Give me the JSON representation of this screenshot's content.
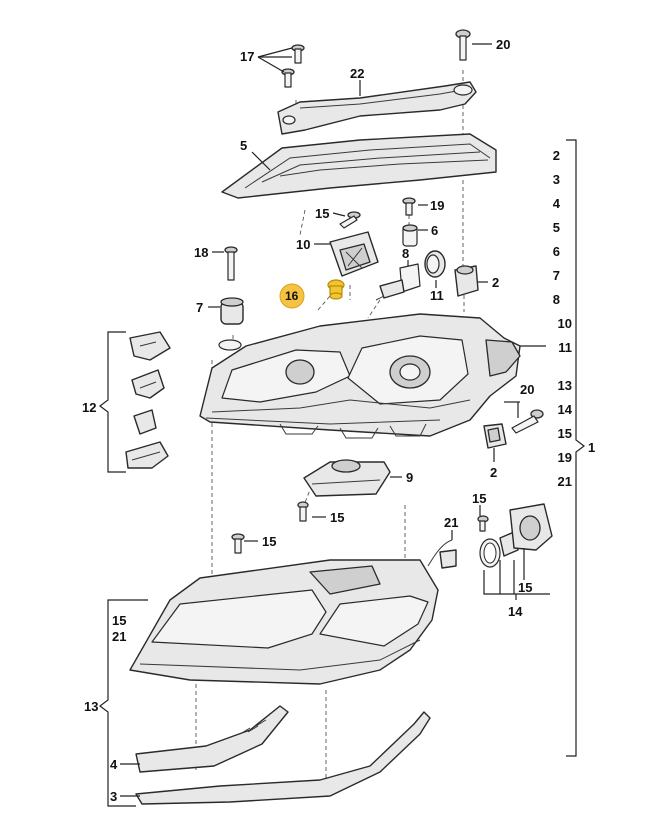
{
  "labels": {
    "p17": "17",
    "p20_top": "20",
    "p22": "22",
    "p5": "5",
    "p15_a": "15",
    "p19_a": "19",
    "p10": "10",
    "p6": "6",
    "p18": "18",
    "p8": "8",
    "p16": "16",
    "p11": "11",
    "p2_a": "2",
    "p7": "7",
    "p12": "12",
    "p20_mid": "20",
    "p2_b": "2",
    "p9": "9",
    "p15_b": "15",
    "p15_c": "15",
    "p21_a": "21",
    "p15_d": "15",
    "p15_e": "15",
    "p14": "14",
    "p15_left": "15",
    "p21_left": "21",
    "p13_left": "13",
    "p4": "4",
    "p3": "3"
  },
  "right_list": [
    "2",
    "3",
    "4",
    "5",
    "6",
    "7",
    "8",
    "10",
    "11",
    "13",
    "14",
    "15",
    "19",
    "21"
  ],
  "right_group": "1",
  "colors": {
    "highlight": "#f5c242",
    "line": "#222222",
    "part": "#e8e8e8"
  }
}
